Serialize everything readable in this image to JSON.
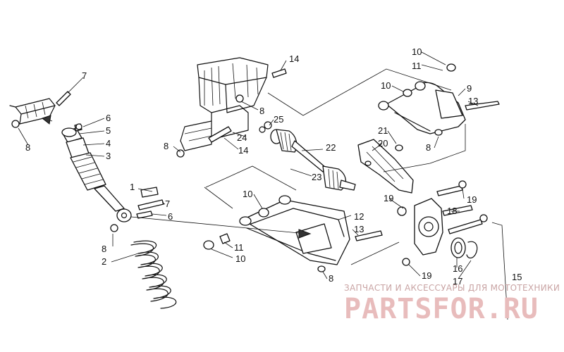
{
  "diagram": {
    "callouts": [
      "1",
      "2",
      "3",
      "4",
      "5",
      "6",
      "6",
      "7",
      "7",
      "8",
      "8",
      "8",
      "8",
      "8",
      "8",
      "9",
      "10",
      "10",
      "10",
      "10",
      "11",
      "11",
      "12",
      "13",
      "13",
      "14",
      "14",
      "15",
      "16",
      "17",
      "18",
      "19",
      "19",
      "19",
      "20",
      "21",
      "22",
      "23",
      "24",
      "25"
    ]
  },
  "watermark": {
    "caption": "ЗАПЧАСТИ И АКСЕССУАРЫ ДЛЯ МОТОТЕХНИКИ",
    "logo": "PARTSFOR.RU"
  }
}
